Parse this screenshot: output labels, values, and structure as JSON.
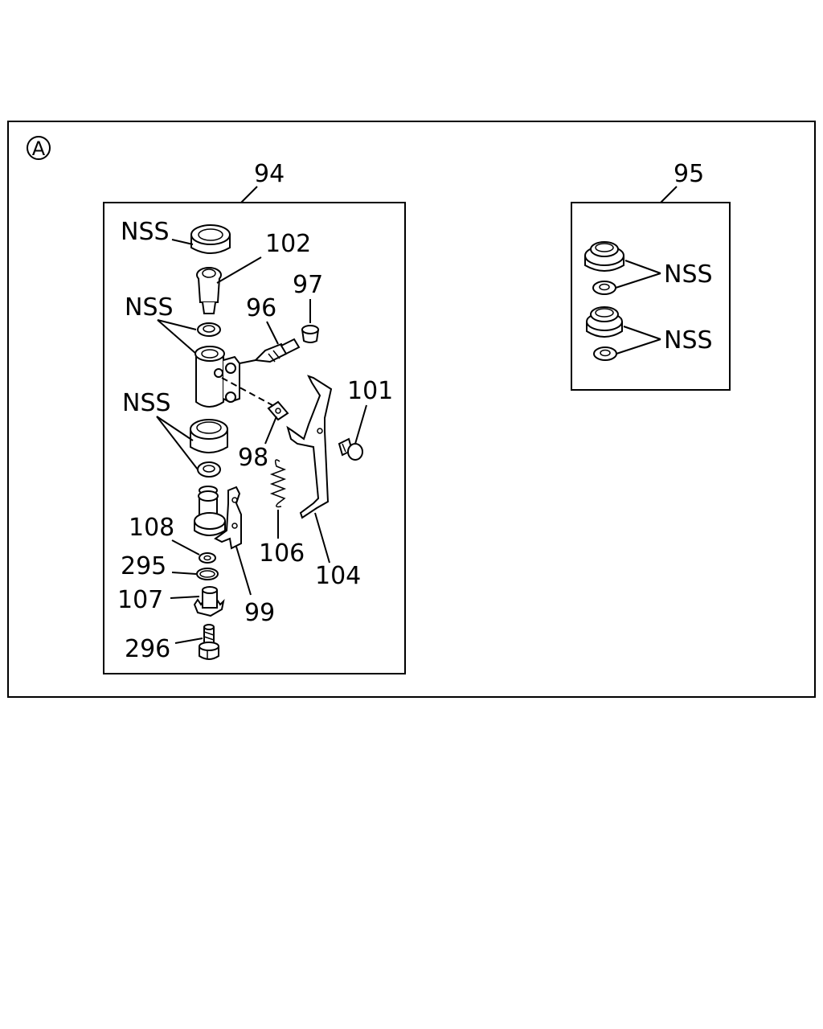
{
  "view_marker": "A",
  "kits": [
    {
      "number": "94"
    },
    {
      "number": "95"
    }
  ],
  "callouts": {
    "nss_cap": "NSS",
    "p102": "102",
    "p97": "97",
    "nss_upper": "NSS",
    "p96": "96",
    "p101": "101",
    "nss_middle": "NSS",
    "p98": "98",
    "p108": "108",
    "p106": "106",
    "p295": "295",
    "p104": "104",
    "p107": "107",
    "p99": "99",
    "p296": "296",
    "nss_kit95_top": "NSS",
    "nss_kit95_bottom": "NSS"
  }
}
